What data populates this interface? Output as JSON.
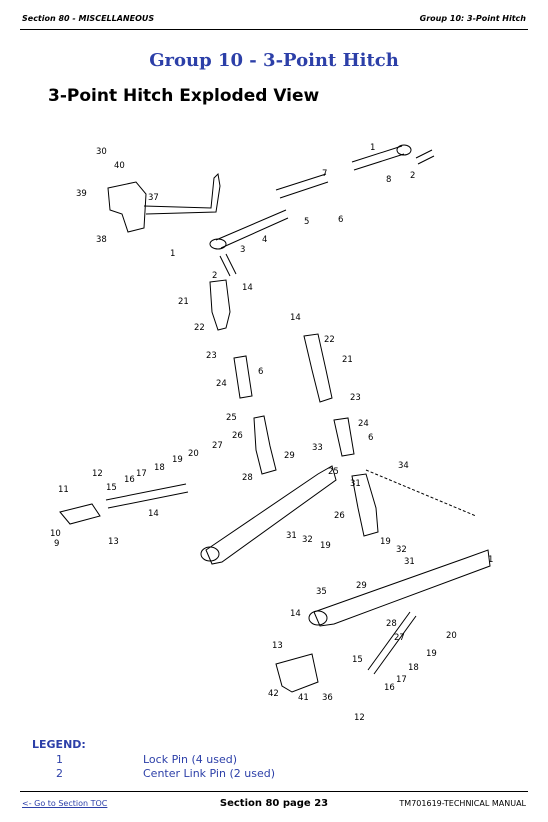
{
  "header": {
    "section": "Section 80 - MISCELLANEOUS",
    "group": "Group 10: 3-Point Hitch"
  },
  "group_title": "Group 10 - 3-Point Hitch",
  "section_title": "3-Point Hitch Exploded View",
  "diagram": {
    "callouts": [
      "1",
      "2",
      "3",
      "4",
      "5",
      "6",
      "7",
      "8",
      "11",
      "12",
      "13",
      "14",
      "15",
      "16",
      "17",
      "18",
      "19",
      "20",
      "21",
      "22",
      "23",
      "24",
      "25",
      "26",
      "27",
      "28",
      "29",
      "30",
      "31",
      "32",
      "33",
      "34",
      "35",
      "36",
      "37",
      "38",
      "39",
      "40",
      "41",
      "42"
    ]
  },
  "legend": {
    "heading": "LEGEND:",
    "items": [
      {
        "num": "1",
        "desc": "Lock Pin (4 used)"
      },
      {
        "num": "2",
        "desc": "Center Link Pin (2 used)"
      }
    ]
  },
  "footer": {
    "toc_link": "<- Go to Section TOC",
    "page": "Section 80 page 23",
    "manual": "TM701619-TECHNICAL MANUAL"
  }
}
